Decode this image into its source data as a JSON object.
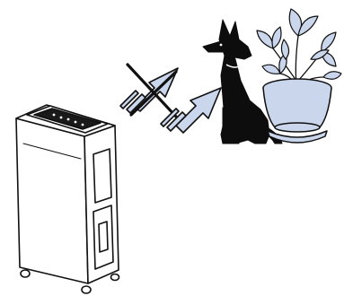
{
  "illustration": {
    "subjects": [
      "dehumidifier",
      "dog",
      "potted-plant"
    ],
    "arrows": [
      {
        "name": "arrow-crossed",
        "meaning": "do-not-direct-airflow",
        "crossed_out": true
      },
      {
        "name": "arrow-allowed",
        "meaning": "airflow-direction",
        "crossed_out": false
      }
    ],
    "colors": {
      "line": "#111111",
      "fill_blue": "#c9d6ec",
      "dog": "#0d0d0d",
      "body": "#ffffff"
    }
  }
}
